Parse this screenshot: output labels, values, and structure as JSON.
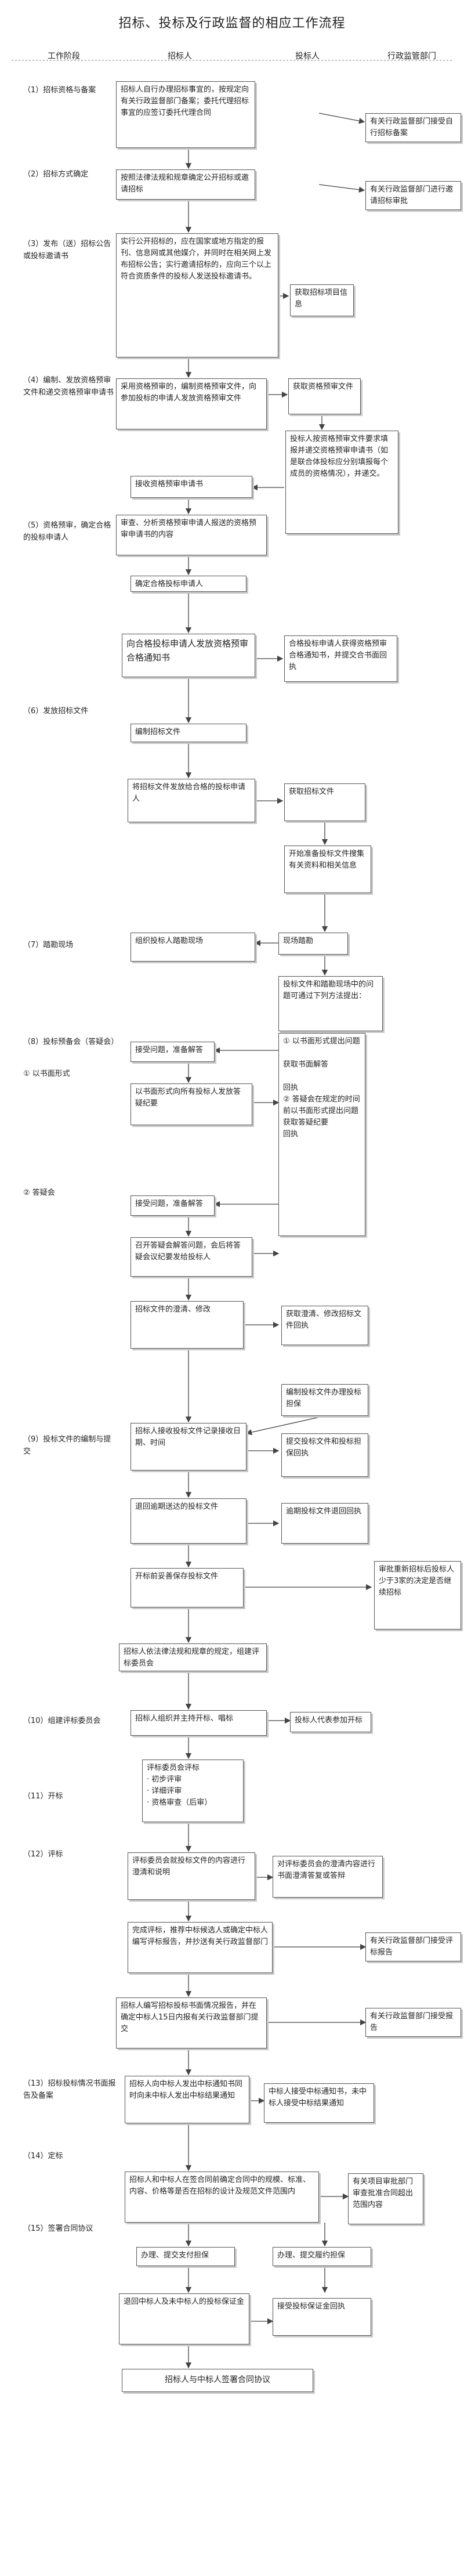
{
  "title": "招标、投标及行政监督的相应工作流程",
  "columns": {
    "stage": "工作阶段",
    "tenderee": "招标人",
    "bidder": "投标人",
    "admin": "行政监管部门"
  },
  "stages": {
    "s1": "（1）招标资格与备案",
    "s2": "（2）招标方式确定",
    "s3": "（3）发布（送）招标公告或投标邀请书",
    "s4": "（4）编制、发放资格预审文件和递交资格预审申请书",
    "s5": "（5）资格预审，确定合格的投标申请人",
    "s6": "（6）发放招标文件",
    "s7": "（7）踏勘现场",
    "s8": "（8）投标预备会（答疑会）",
    "s8a": "① 以书面形式",
    "s8b": "② 答疑会",
    "s9": "（9）投标文件的编制与提交",
    "s10": "（10）组建评标委员会",
    "s11": "（11）开标",
    "s12": "（12）评标",
    "s13": "（13）招标投标情况书面报告及备案",
    "s14": "（14）定标",
    "s15": "（15）签署合同协议"
  },
  "boxes": {
    "b1": "招标人自行办理招标事宜的，按规定向有关行政监督部门备案；委托代理招标事宜的应签订委托代理合同",
    "b1a": "有关行政监督部门接受自行招标备案",
    "b2": "按照法律法规和规章确定公开招标或邀请招标",
    "b2a": "有关行政监督部门进行邀请招标审批",
    "b3": "实行公开招标的，应在国家或地方指定的报刊、信息网或其他媒介，并同时在相关网上发布招标公告；实行邀请招标的，应向三个以上符合资质条件的投标人发送投标邀请书。",
    "b3a": "获取招标项目信息",
    "b4": "采用资格预审的，编制资格预审文件，向参加投标的申请人发放资格预审文件",
    "b4a": "获取资格预审文件",
    "b4b": "投标人按资格预审文件要求填报并递交资格预审申请书（如是联合体投标应分别填报每个成员的资格情况），并递交。",
    "b4c": "接收资格预审申请书",
    "b5": "审查、分析资格预审申请人报送的资格预审申请书的内容",
    "b5a": "确定合格投标申请人",
    "b5b": "向合格投标申请人发放资格预审合格通知书",
    "b5c": "合格投标申请人获得资格预审合格通知书，并提交合书面回执",
    "b6": "编制招标文件",
    "b6a": "将招标文件发放给合格的投标申请人",
    "b6b": "获取招标文件",
    "b6c": "开始准备投标文件搜集有关资料和相关信息",
    "b7a": "现场踏勘",
    "b7": "组织投标人踏勘现场",
    "b7b": "投标文件和踏勘现场中的问题可通过下列方法提出：",
    "b8": "① 以书面形式提出问题\n\n获取书面解答\n\n回执\n② 答疑会在规定的时间前以书面形式提出问题\n获取答疑纪要\n回执",
    "b8a": "接受问题，准备解答",
    "b8b": "以书面形式向所有投标人发放答疑纪要",
    "b8c": "接受问题，准备解答",
    "b8d": "召开答疑会解答问题，会后将答疑会议纪要发给投标人",
    "b9a": "招标文件的澄清、修改",
    "b9b": "获取澄清、修改招标文件回执",
    "b9c": "编制投标文件办理投标担保",
    "b9d": "招标人接收投标文件记录接收日期、时间",
    "b9e": "提交投标文件和投标担保回执",
    "b9f": "退回逾期送达的投标文件",
    "b9g": "逾期投标文件退回回执",
    "b9h": "开标前妥善保存投标文件",
    "b9i": "审批重新招标后投标人少于3家的决定是否继续招标",
    "b10": "招标人依法律法规和规章的规定，组建评标委员会",
    "b11": "招标人组织并主持开标、唱标",
    "b11a": "投标人代表参加开标",
    "b12": "评标委员会评标\n· 初步评审\n· 详细评审\n· 资格审查（后审）",
    "b12a": "评标委员会就投标文件的内容进行澄清和说明",
    "b12b": "对评标委员会的澄清内容进行书面澄清答复或答辩",
    "b12c": "完成评标，推荐中标候选人或确定中标人编写评标报告，并抄送有关行政监督部门",
    "b12d": "有关行政监督部门接受评标报告",
    "b13": "招标人编写招标投标书面情况报告，并在确定中标人15日内报有关行政监督部门提交",
    "b13a": "有关行政监督部门接受报告",
    "b14": "招标人向中标人发出中标通知书同时向未中标人发出中标结果通知",
    "b14a": "中标人接受中标通知书，未中标人接受中标结果通知",
    "b15": "招标人和中标人在签合同前确定合同中的规模、标准、内容、价格等是否在招标的设计及规范文件范围内",
    "b15a": "有关项目审批部门审查批准合同超出范围内容",
    "b15b": "办理、提交支付担保",
    "b15c": "办理、提交履约担保",
    "b15d": "退回中标人及未中标人的投标保证金",
    "b15e": "接受投标保证金回执",
    "b15f": "招标人与中标人签署合同协议"
  }
}
